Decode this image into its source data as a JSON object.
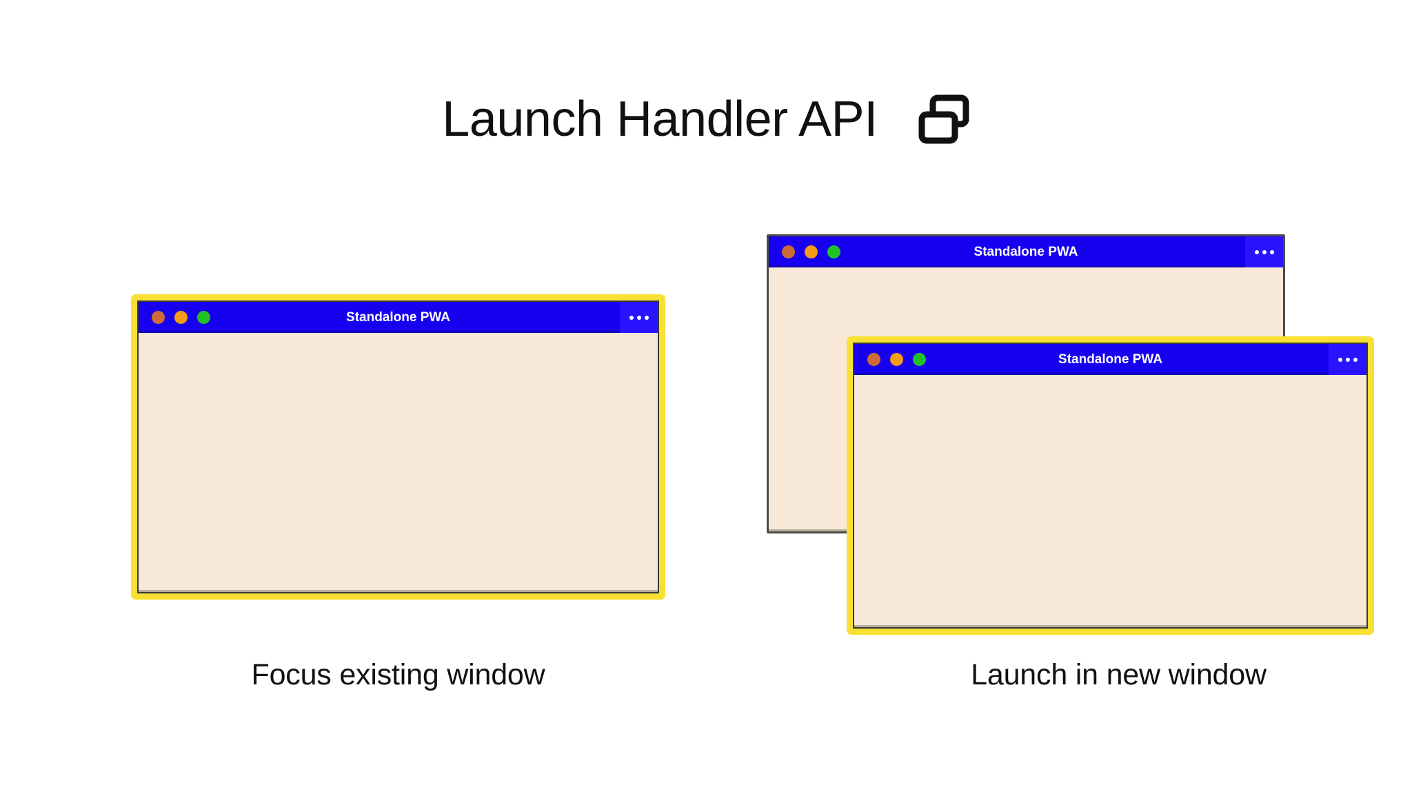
{
  "header": {
    "title": "Launch Handler API",
    "icon": "multi-window-icon"
  },
  "colors": {
    "page_background": "#ffffff",
    "titlebar_blue": "#1700ee",
    "menu_blue": "#2a14ff",
    "window_body_cream": "#f7e8d8",
    "highlight_yellow": "#f8e035",
    "window_border_dark": "#4a4a48",
    "dot_close": "#cf6b38",
    "dot_minimize": "#f59b16",
    "dot_maximize": "#22c225",
    "text_dark": "#111111",
    "titlebar_text": "#ffffff"
  },
  "panels": [
    {
      "id": "focus-existing",
      "caption": "Focus existing window",
      "windows": [
        {
          "id": "left-window",
          "title": "Standalone PWA",
          "menu_label": "•••",
          "highlighted": true,
          "frame": "yellow"
        }
      ]
    },
    {
      "id": "launch-new",
      "caption": "Launch in new window",
      "windows": [
        {
          "id": "right-back-window",
          "title": "Standalone PWA",
          "menu_label": "•••",
          "highlighted": false,
          "frame": "dark"
        },
        {
          "id": "right-front-window",
          "title": "Standalone PWA",
          "menu_label": "•••",
          "highlighted": true,
          "frame": "yellow"
        }
      ]
    }
  ],
  "traffic_light_labels": {
    "close": "close-window-dot",
    "minimize": "minimize-window-dot",
    "maximize": "maximize-window-dot"
  }
}
